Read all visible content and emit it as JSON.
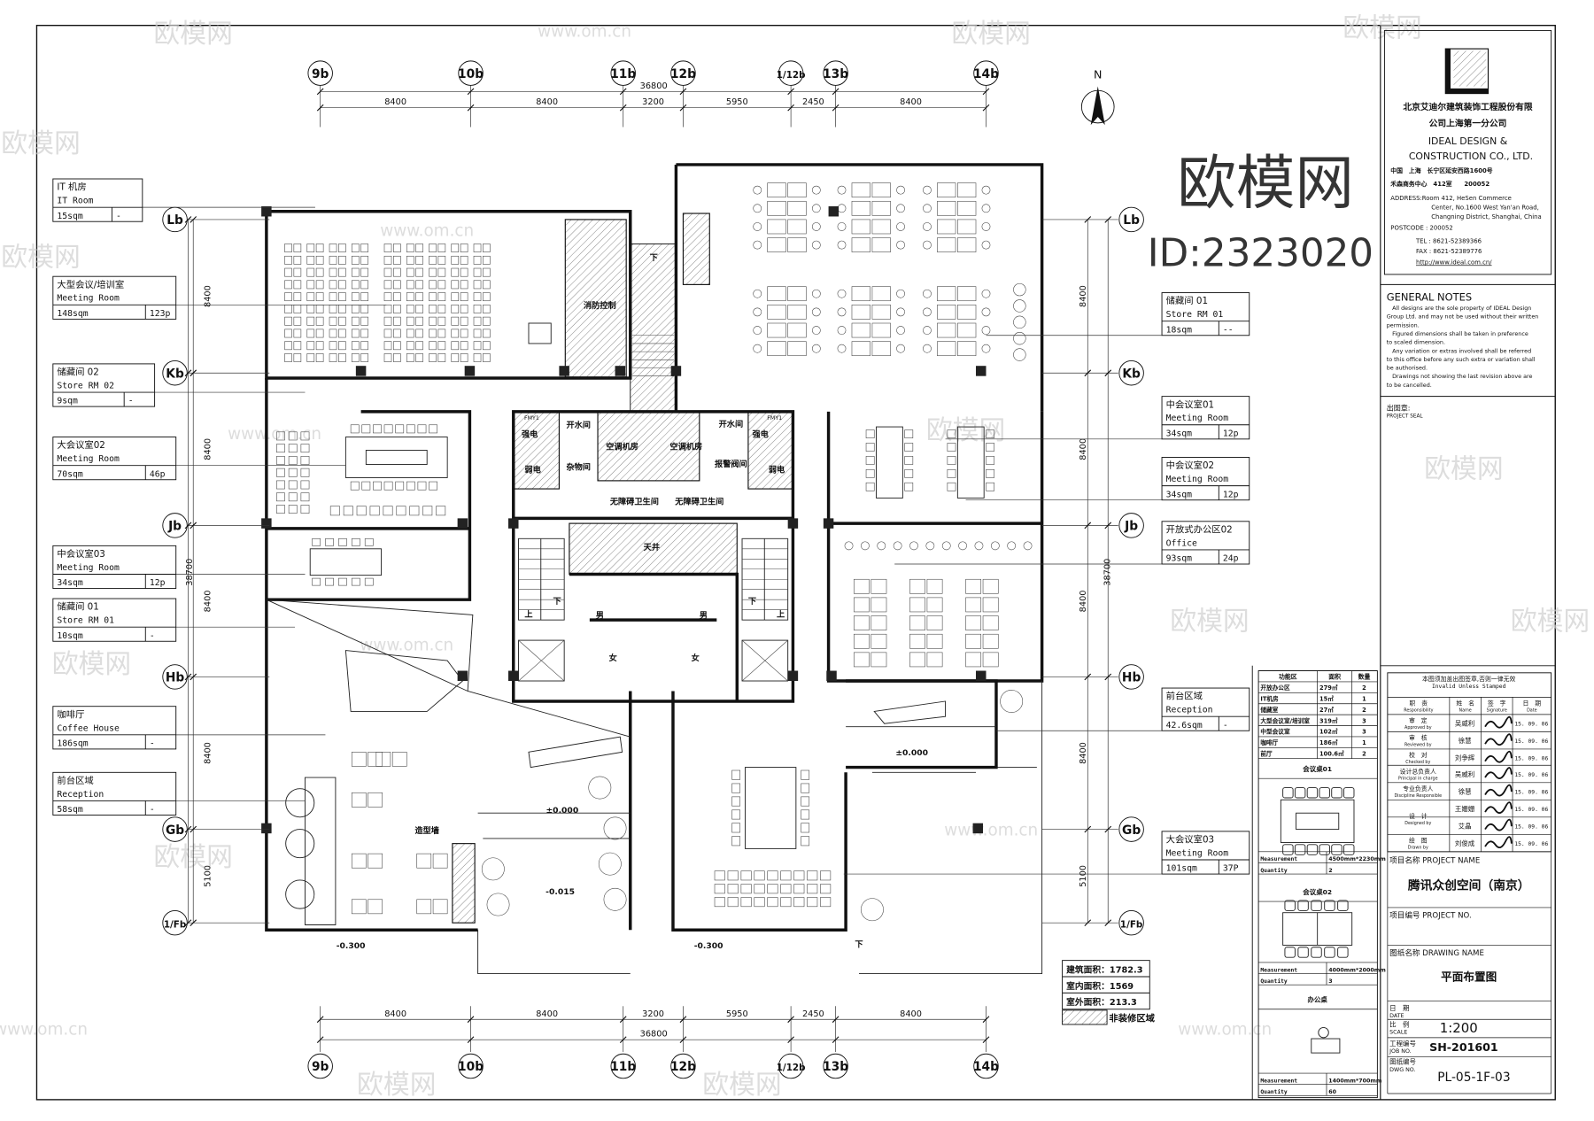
{
  "grid": {
    "columns": [
      "9b",
      "10b",
      "11b",
      "12b",
      "1/12b",
      "13b",
      "14b"
    ],
    "rows": [
      "Lb",
      "Kb",
      "Jb",
      "Hb",
      "Gb",
      "1/Fb"
    ]
  },
  "dimensions": {
    "horizontal_total": "36800",
    "horizontal_segments": [
      "8400",
      "8400",
      "3200",
      "5950",
      "2450",
      "8400"
    ],
    "vertical_total": "38700",
    "vertical_segments": [
      "8400",
      "8400",
      "8400",
      "8400",
      "5100"
    ]
  },
  "north_label": "N",
  "room_tags": [
    {
      "cn": "IT 机房",
      "en": "IT Room",
      "area": "15sqm",
      "capacity": "-"
    },
    {
      "cn": "大型会议/培训室",
      "en": "Meeting Room",
      "area": "148sqm",
      "capacity": "123p"
    },
    {
      "cn": "储藏间 02",
      "en": "Store RM 02",
      "area": "9sqm",
      "capacity": "-"
    },
    {
      "cn": "大会议室02",
      "en": "Meeting Room",
      "area": "70sqm",
      "capacity": "46p"
    },
    {
      "cn": "中会议室03",
      "en": "Meeting Room",
      "area": "34sqm",
      "capacity": "12p"
    },
    {
      "cn": "储藏间 01",
      "en": "Store RM 01",
      "area": "10sqm",
      "capacity": "-"
    },
    {
      "cn": "咖啡厅",
      "en": "Coffee House",
      "area": "186sqm",
      "capacity": "-"
    },
    {
      "cn": "前台区域",
      "en": "Reception",
      "area": "58sqm",
      "capacity": "-"
    },
    {
      "cn": "储藏间 01",
      "en": "Store RM 01",
      "area": "18sqm",
      "capacity": "--"
    },
    {
      "cn": "中会议室01",
      "en": "Meeting Room",
      "area": "34sqm",
      "capacity": "12p"
    },
    {
      "cn": "中会议室02",
      "en": "Meeting Room",
      "area": "34sqm",
      "capacity": "12p"
    },
    {
      "cn": "开放式办公区02",
      "en": "Office",
      "area": "93sqm",
      "capacity": "24p"
    },
    {
      "cn": "前台区域",
      "en": "Reception",
      "area": "42.6sqm",
      "capacity": "-"
    },
    {
      "cn": "大会议室03",
      "en": "Meeting Room",
      "area": "101sqm",
      "capacity": "37P"
    }
  ],
  "plan_labels": [
    "消防控制",
    "开水间",
    "开水间",
    "强电",
    "强电",
    "弱电",
    "弱电",
    "杂物间",
    "报警阀间",
    "空调机房",
    "空调机房",
    "无障碍卫生间",
    "无障碍卫生间",
    "天井",
    "男",
    "男",
    "女",
    "女",
    "上",
    "下",
    "上",
    "下",
    "造型墙",
    "±0.000",
    "±0.000",
    "-0.015",
    "-0.300",
    "-0.300",
    "下",
    "下",
    "FMY1",
    "FMY1"
  ],
  "area_summary": {
    "rows": [
      "建筑面积：1782.3",
      "室内面积：1569",
      "室外面积：213.3"
    ],
    "legend": "非装修区域"
  },
  "schedule": {
    "headers": [
      "功能区",
      "面积",
      "数量"
    ],
    "rows": [
      [
        "开放办公区",
        "279㎡",
        "2"
      ],
      [
        "IT机房",
        "15㎡",
        "1"
      ],
      [
        "储藏室",
        "27㎡",
        "2"
      ],
      [
        "大型会议室/培训室",
        "319㎡",
        "3"
      ],
      [
        "中型会议室",
        "102㎡",
        "3"
      ],
      [
        "咖啡厅",
        "186㎡",
        "1"
      ],
      [
        "前厅",
        "100.6㎡",
        "2"
      ]
    ],
    "furniture": [
      {
        "title": "会议桌01",
        "measurement_label": "Measurement",
        "measurement": "4500mm*2230mm",
        "quantity_label": "Quantity",
        "quantity": "2"
      },
      {
        "title": "会议桌02",
        "measurement_label": "Measurement",
        "measurement": "4000mm*2000mm",
        "quantity_label": "Quantity",
        "quantity": "3"
      },
      {
        "title": "办公桌",
        "measurement_label": "Measurement",
        "measurement": "1400mm*700mm",
        "quantity_label": "Quantity",
        "quantity": "60"
      }
    ]
  },
  "title_block": {
    "company_cn_1": "北京艾迪尔建筑装饰工程股份有限",
    "company_cn_2": "公司上海第一分公司",
    "company_en_1": "IDEAL DESIGN &",
    "company_en_2": "CONSTRUCTION CO., LTD.",
    "addr_cn_1": "中国　上海　长宁区延安西路1600号",
    "addr_cn_2": "禾森商务中心　412室　　200052",
    "address_1": "ADDRESS:Room 412, HeSen Commerce",
    "address_2": "Center, No.1600 West Yan'an Road,",
    "address_3": "Changning District, Shanghai, China",
    "postcode": "POSTCODE : 200052",
    "tel": "TEL : 8621-52389366",
    "fax": "FAX : 8621-52389776",
    "url": "http://www.ideal.com.cn/",
    "notes_title": "GENERAL NOTES",
    "notes": [
      "　All designs are the sole property of IDEAL Design",
      "Group Ltd. and may not be used without their written",
      "permission.",
      "　Figured dimensions shall be taken in preference",
      "to scaled dimension.",
      "　Any variation or extras involved shall be referred",
      "to this office before any such extra or variation shall",
      "be authorised.",
      "　Drawings not showing the last revision above are",
      "to be cancelled."
    ],
    "seal_label_cn": "出图章:",
    "seal_label_en": "PROJECT SEAL",
    "stamp_notice_cn": "本图须加盖出图签章,否则一律无效",
    "stamp_notice_en": "Invalid Unless Stamped",
    "sign_headers": [
      {
        "cn": "职　责",
        "en": "Responsibility"
      },
      {
        "cn": "姓　名",
        "en": "Name"
      },
      {
        "cn": "签　字",
        "en": "Signature"
      },
      {
        "cn": "日　期",
        "en": "Date"
      }
    ],
    "sign_rows": [
      {
        "role_cn": "审　定",
        "role_en": "Approved by",
        "name": "吴威利",
        "date": "15. 09. 06"
      },
      {
        "role_cn": "审　核",
        "role_en": "Reviewed by",
        "name": "徐慧",
        "date": "15. 09. 06"
      },
      {
        "role_cn": "校　对",
        "role_en": "Checked by",
        "name": "刘争辉",
        "date": "15. 09. 06"
      },
      {
        "role_cn": "设计总负责人",
        "role_en": "Principal in charge",
        "name": "吴威利",
        "date": "15. 09. 06"
      },
      {
        "role_cn": "专业负责人",
        "role_en": "Discipline Responsible",
        "name": "徐慧",
        "date": "15. 09. 06"
      },
      {
        "role_cn": "设　计",
        "role_en": "Designed by",
        "name": "王姗姗",
        "date": "15. 09. 06"
      },
      {
        "role_cn": "",
        "role_en": "",
        "name": "艾晶",
        "date": "15. 09. 06"
      },
      {
        "role_cn": "绘　图",
        "role_en": "Drawn by",
        "name": "刘俊成",
        "date": "15. 09. 06"
      }
    ],
    "project_name_label": "项目名称 PROJECT NAME",
    "project_name": "腾讯众创空间（南京）",
    "project_no_label": "项目编号 PROJECT NO.",
    "drawing_name_label": "图纸名称 DRAWING NAME",
    "drawing_name": "平面布置图",
    "date_label_cn": "日　期",
    "date_label_en": "DATE",
    "scale_label_cn": "比　例",
    "scale_label_en": "SCALE",
    "scale": "1:200",
    "job_label_cn": "工程编号",
    "job_label_en": "JOB NO.",
    "job_no": "SH-201601",
    "dwg_label_cn": "图纸编号",
    "dwg_label_en": "DWG NO.",
    "dwg_no": "PL-05-1F-03"
  },
  "watermark": {
    "brand": "欧模网",
    "site": "www.om.cn",
    "id": "ID:2323020"
  },
  "colors": {
    "line": "#111111",
    "hatch": "#555555",
    "watermark": "#cfcfcf"
  }
}
